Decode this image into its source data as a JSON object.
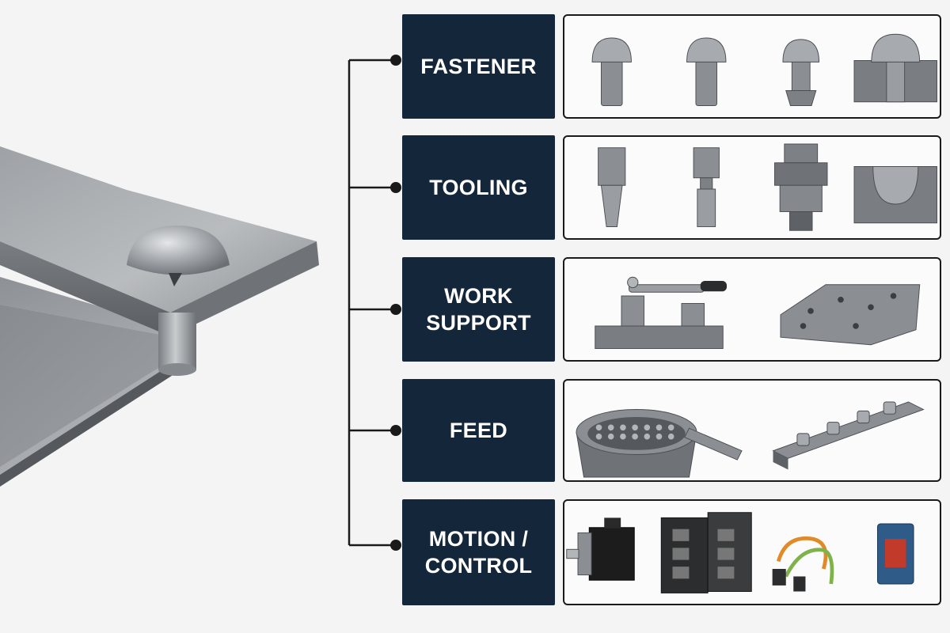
{
  "categories": [
    {
      "label": "FASTENER",
      "items": [
        "round-head-rivet-icon",
        "round-head-rivet-icon",
        "necked-rivet-icon",
        "rivet-in-block-icon"
      ]
    },
    {
      "label": "TOOLING",
      "items": [
        "tapered-punch-icon",
        "stepped-punch-icon",
        "heading-die-icon",
        "die-block-icon"
      ]
    },
    {
      "label": "WORK\nSUPPORT",
      "items": [
        "toggle-clamp-fixture-icon",
        "fixture-plate-icon"
      ]
    },
    {
      "label": "FEED",
      "items": [
        "vibratory-bowl-feeder-icon",
        "linear-feed-rail-icon"
      ]
    },
    {
      "label": "MOTION /\nCONTROL",
      "items": [
        "servo-motor-icon",
        "controller-module-icon",
        "cable-icon",
        "photoelectric-sensor-icon"
      ]
    }
  ],
  "colors": {
    "category_bg": "#14263a",
    "category_text": "#ffffff",
    "connector": "#1a1a1a",
    "steel": "#8d9196"
  }
}
